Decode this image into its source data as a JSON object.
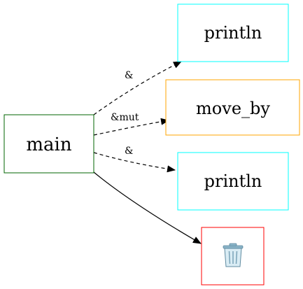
{
  "nodes": {
    "main": {
      "label": "main",
      "border_color": "#006400"
    },
    "println_1": {
      "label": "println",
      "border_color": "#00ffff"
    },
    "move_by": {
      "label": "move_by",
      "border_color": "#ffa500"
    },
    "println_2": {
      "label": "println",
      "border_color": "#00ffff"
    },
    "drop": {
      "icon": "trash-can-icon",
      "border_color": "#ff0000"
    }
  },
  "edges": [
    {
      "from": "main",
      "to": "println_1",
      "label": "&",
      "style": "dashed"
    },
    {
      "from": "main",
      "to": "move_by",
      "label": "&mut",
      "style": "dashed"
    },
    {
      "from": "main",
      "to": "println_2",
      "label": "&",
      "style": "dashed"
    },
    {
      "from": "main",
      "to": "drop",
      "label": "",
      "style": "solid"
    }
  ]
}
